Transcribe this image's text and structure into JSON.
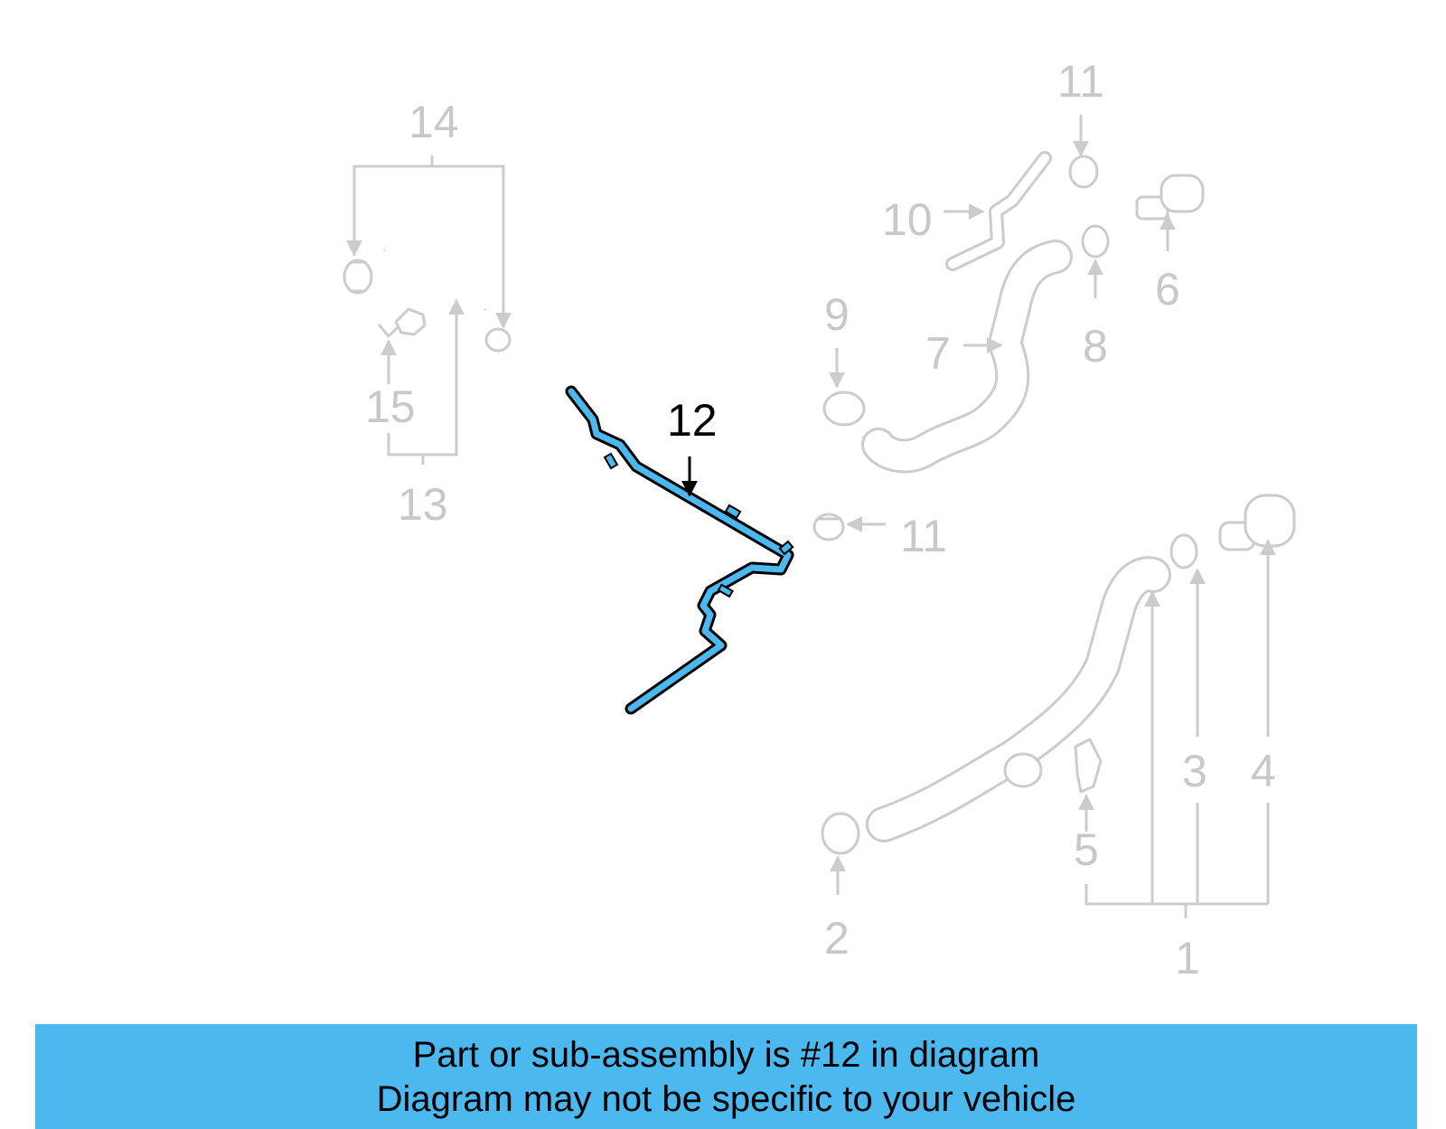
{
  "callouts": {
    "c1": "1",
    "c2": "2",
    "c3": "3",
    "c4": "4",
    "c5": "5",
    "c6": "6",
    "c7": "7",
    "c8": "8",
    "c9": "9",
    "c10": "10",
    "c11a": "11",
    "c11b": "11",
    "c12": "12",
    "c13": "13",
    "c14": "14",
    "c15": "15"
  },
  "highlight_part": "12",
  "colors": {
    "highlight": "#4cb8f0",
    "inactive": "#cccccc",
    "banner": "#4cb8f0"
  },
  "banner": {
    "line1": "Part or sub-assembly is #12 in diagram",
    "line2": "Diagram may not be specific to your vehicle"
  }
}
